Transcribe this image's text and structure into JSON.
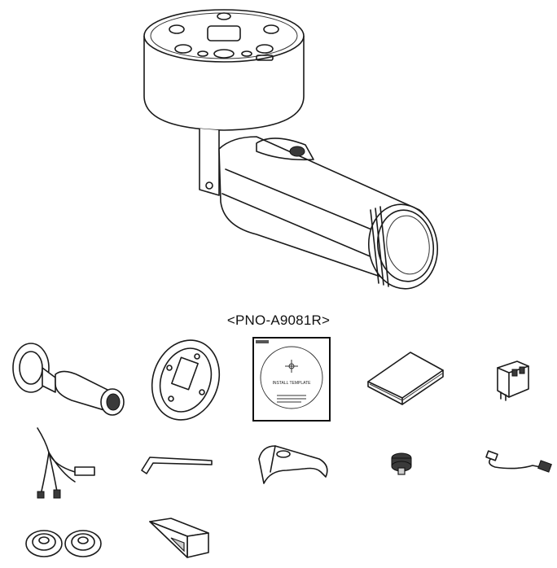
{
  "main_illustration": {
    "caption": "<PNO-A9081R>",
    "icon": "bullet-camera-with-mount"
  },
  "accessories": [
    {
      "id": "camera-unit",
      "icon": "camera-body-icon"
    },
    {
      "id": "mounting-plate",
      "icon": "mount-plate-icon"
    },
    {
      "id": "installation-template",
      "icon": "template-sheet-icon",
      "label": "INSTALL TEMPLATE"
    },
    {
      "id": "quick-guide",
      "icon": "manual-booklet-icon"
    },
    {
      "id": "terminal-block",
      "icon": "terminal-block-icon"
    },
    {
      "id": "cable-harness",
      "icon": "cable-harness-icon"
    },
    {
      "id": "hex-wrench",
      "icon": "hex-wrench-icon"
    },
    {
      "id": "sun-shield",
      "icon": "sunshield-icon"
    },
    {
      "id": "thumb-screw",
      "icon": "thumb-screw-icon"
    },
    {
      "id": "test-cable",
      "icon": "test-cable-icon"
    },
    {
      "id": "rubber-grommets",
      "icon": "grommet-icon"
    },
    {
      "id": "wedge-tool",
      "icon": "wedge-tool-icon"
    }
  ]
}
